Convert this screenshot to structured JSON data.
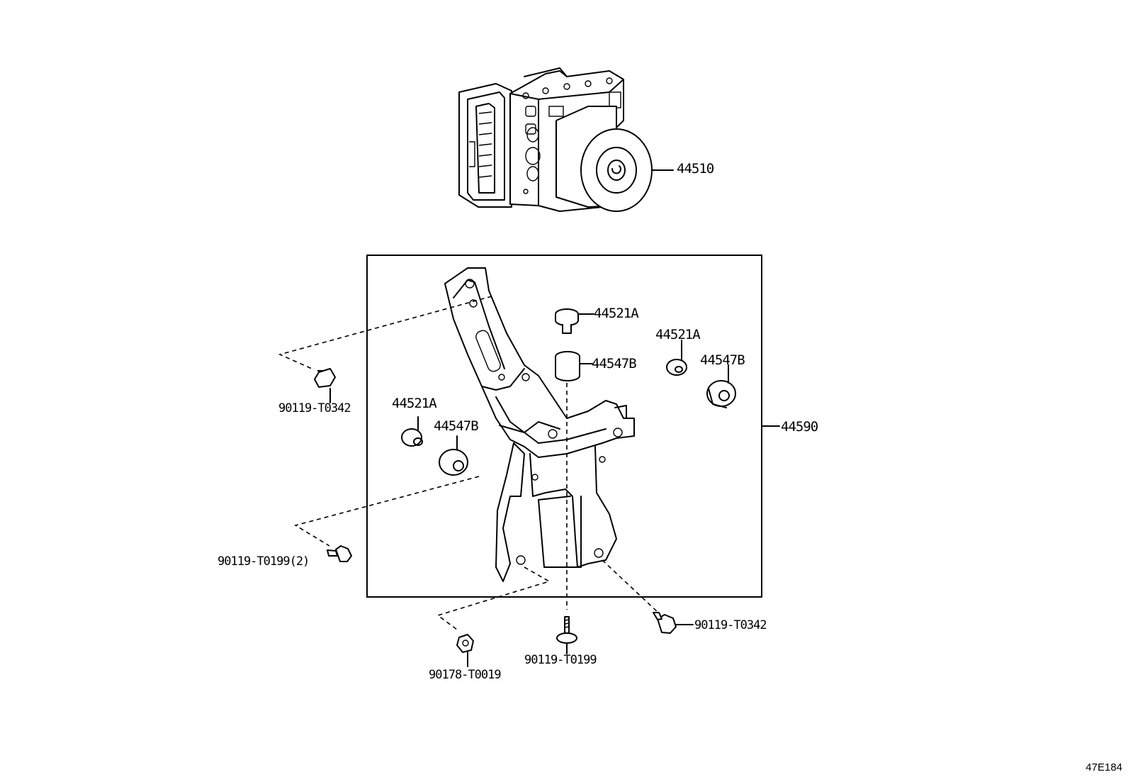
{
  "diagram": {
    "labels": {
      "actuator": "44510",
      "bracket_assy": "44590",
      "cushion_top": "44521A",
      "insulator_top": "44547B",
      "cushion_right": "44521A",
      "insulator_right": "44547B",
      "cushion_left": "44521A",
      "insulator_left": "44547B",
      "bolt_upper_left": "90119-T0342",
      "bolt_mid_left": "90119-T0199(2)",
      "nut_bottom": "90178-T0019",
      "bolt_bottom": "90119-T0199",
      "bolt_bottom_right": "90119-T0342"
    },
    "ref_code": "47E184"
  }
}
